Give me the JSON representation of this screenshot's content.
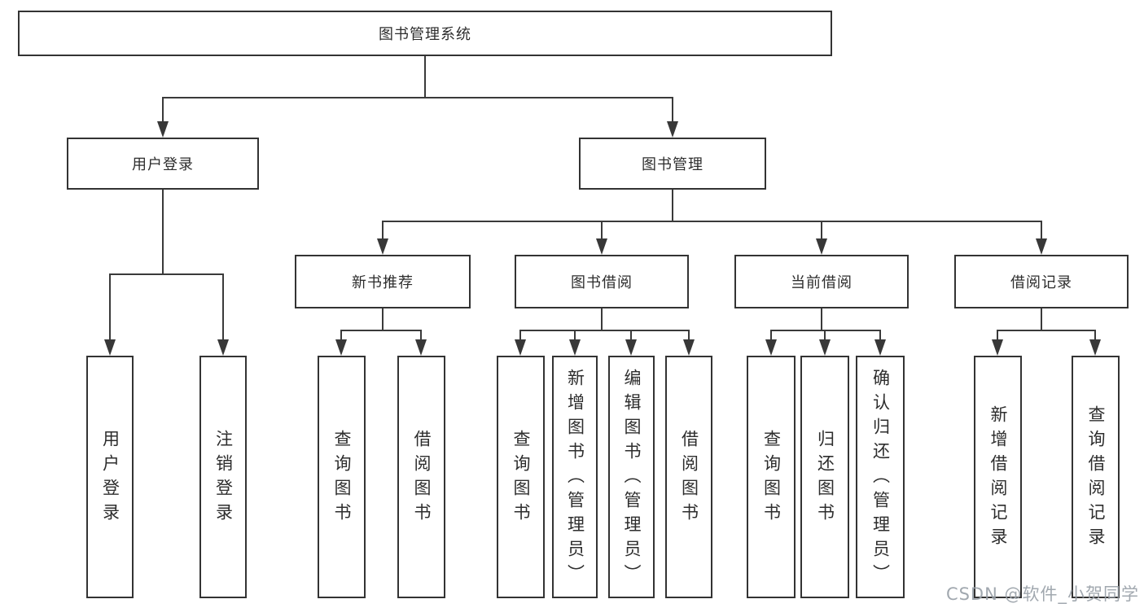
{
  "tree": {
    "label": "图书管理系统",
    "children": [
      {
        "label": "用户登录",
        "children": [
          {
            "label": "用户登录"
          },
          {
            "label": "注销登录"
          }
        ]
      },
      {
        "label": "图书管理",
        "children": [
          {
            "label": "新书推荐",
            "children": [
              {
                "label": "查询图书"
              },
              {
                "label": "借阅图书"
              }
            ]
          },
          {
            "label": "图书借阅",
            "children": [
              {
                "label": "查询图书"
              },
              {
                "label": "新增图书（管理员）"
              },
              {
                "label": "编辑图书（管理员）"
              },
              {
                "label": "借阅图书"
              }
            ]
          },
          {
            "label": "当前借阅",
            "children": [
              {
                "label": "查询图书"
              },
              {
                "label": "归还图书"
              },
              {
                "label": "确认归还（管理员）"
              }
            ]
          },
          {
            "label": "借阅记录",
            "children": [
              {
                "label": "新增借阅记录"
              },
              {
                "label": "查询借阅记录"
              }
            ]
          }
        ]
      }
    ]
  },
  "watermark": {
    "text": "CSDN @软件_小贺同学"
  },
  "colors": {
    "line": "#3a3a3a",
    "box_border": "#333333",
    "text": "#2d2d2d",
    "watermark": "#9aa1a9",
    "background": "#ffffff"
  }
}
